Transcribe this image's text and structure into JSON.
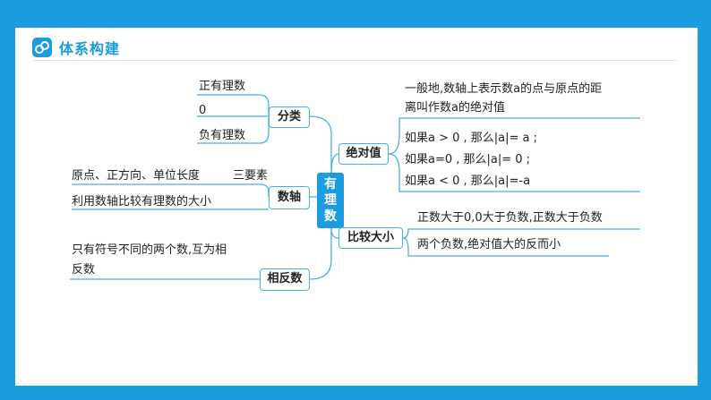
{
  "header": {
    "title": "体系构建",
    "icon": "gear-link-icon"
  },
  "center": {
    "label": "有理数"
  },
  "left": {
    "fenlei": {
      "label": "分类",
      "items": [
        "正有理数",
        "0",
        "负有理数"
      ]
    },
    "shuzhou": {
      "label": "数轴",
      "item1a": "原点、正方向、单位长度",
      "item1b": "三要素",
      "item2": "利用数轴比较有理数的大小"
    },
    "xiangfanshu": {
      "label": "相反数",
      "line1": "只有符号不同的两个数,互为相",
      "line2": "反数"
    }
  },
  "right": {
    "jueduizhi": {
      "label": "绝对值",
      "def1": "一般地,数轴上表示数a的点与原点的距",
      "def2": "离叫作数a的绝对值",
      "rules": [
        "如果a > 0 , 那么|a|= a ;",
        "如果a=0 , 那么|a|= 0 ;",
        "如果a < 0 , 那么|a|=-a"
      ]
    },
    "bijiao": {
      "label": "比较大小",
      "items": [
        "正数大于0,0大于负数,正数大于负数",
        "两个负数,绝对值大的反而小"
      ]
    }
  },
  "colors": {
    "accent": "#1b9be0",
    "line": "#4aaee8"
  }
}
